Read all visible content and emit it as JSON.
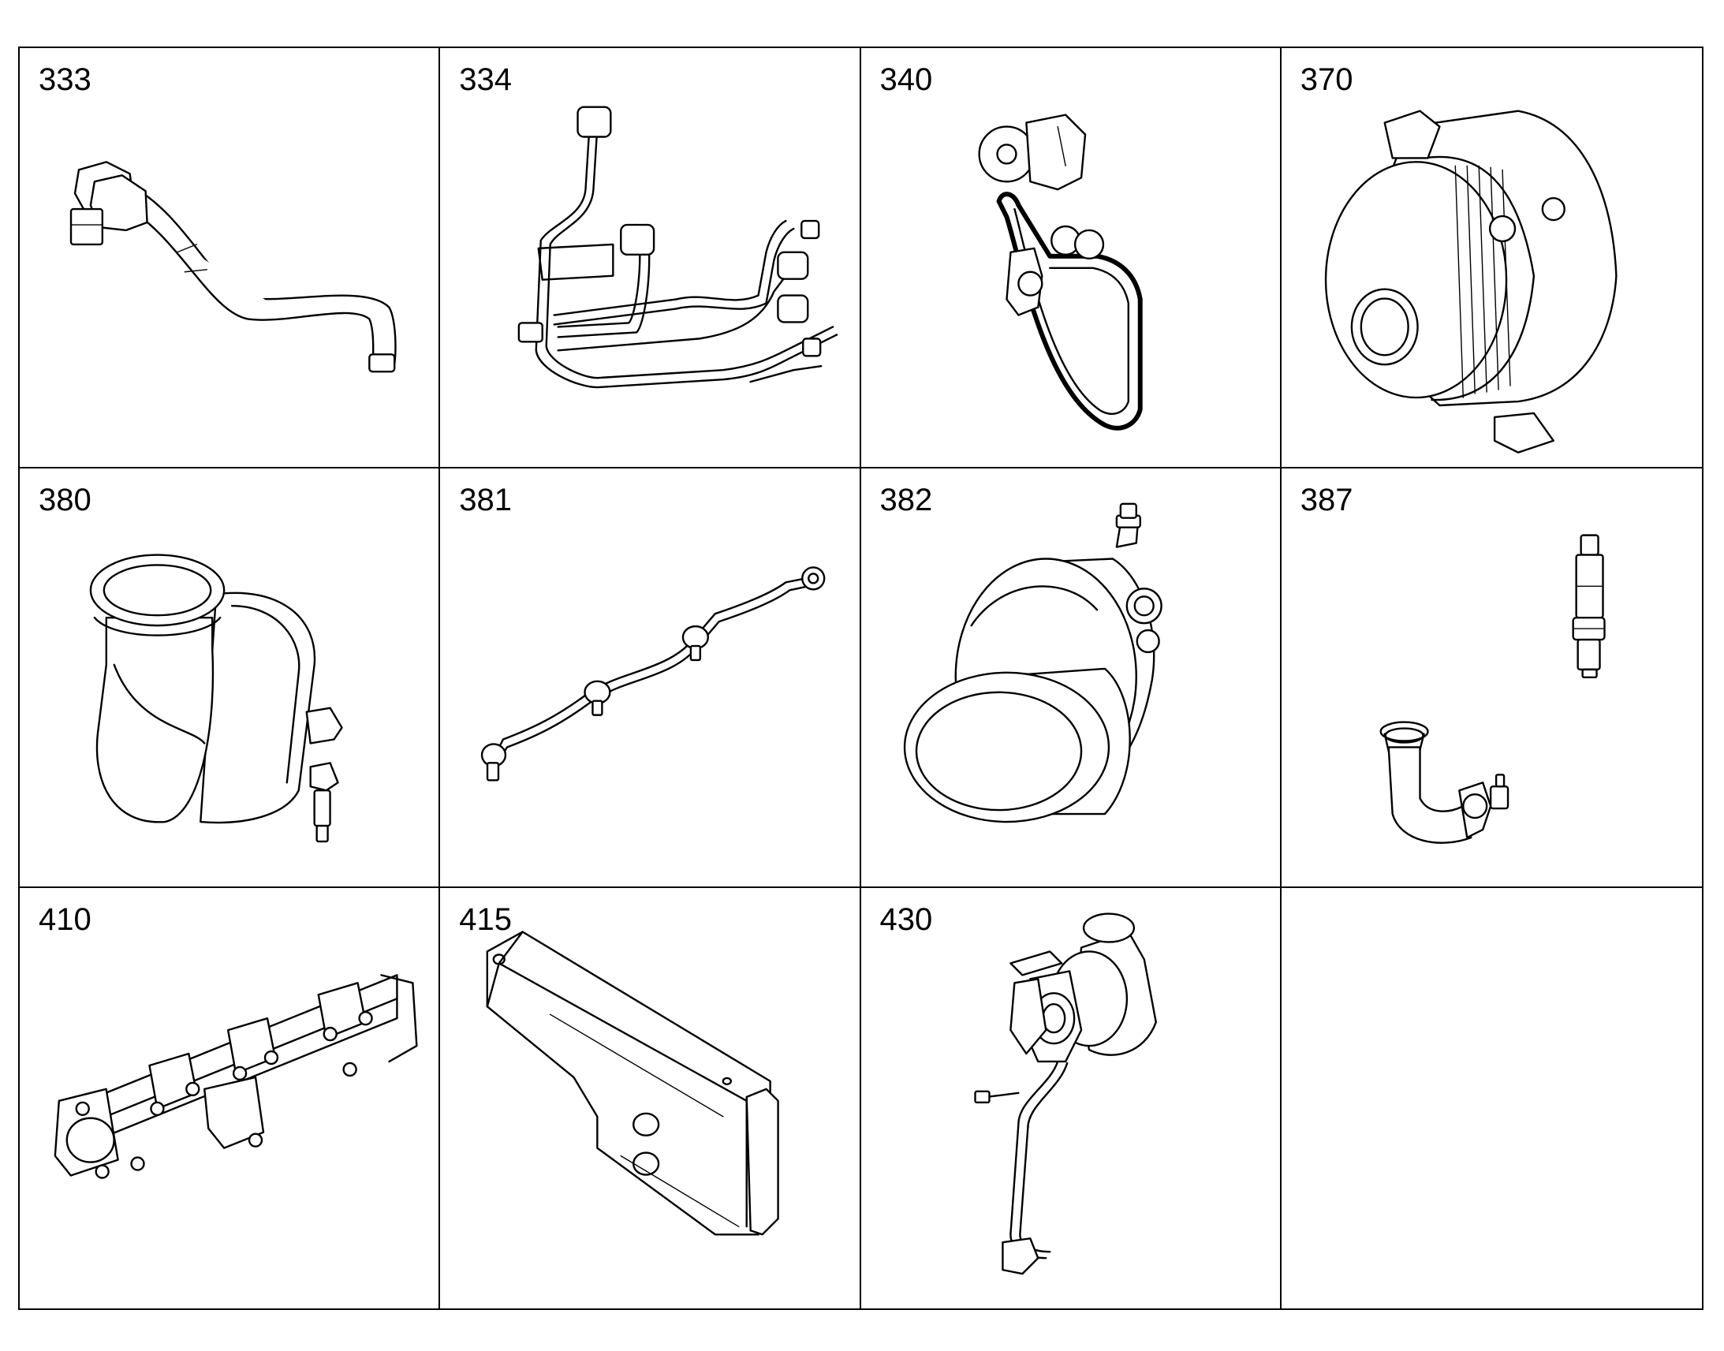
{
  "parts": [
    {
      "number": "333",
      "icon": "coolant-hose-elbow-icon"
    },
    {
      "number": "334",
      "icon": "coolant-pipe-assembly-icon"
    },
    {
      "number": "340",
      "icon": "belt-drive-tensioner-icon"
    },
    {
      "number": "370",
      "icon": "water-pump-pulley-icon"
    },
    {
      "number": "380",
      "icon": "turbocharger-housing-icon"
    },
    {
      "number": "381",
      "icon": "fuel-rail-line-icon"
    },
    {
      "number": "382",
      "icon": "turbo-compressor-housing-icon"
    },
    {
      "number": "387",
      "icon": "sensor-and-elbow-fitting-icon"
    },
    {
      "number": "410",
      "icon": "exhaust-manifold-icon"
    },
    {
      "number": "415",
      "icon": "heat-shield-icon"
    },
    {
      "number": "430",
      "icon": "turbo-with-oil-line-icon"
    },
    {
      "number": "",
      "icon": ""
    }
  ]
}
